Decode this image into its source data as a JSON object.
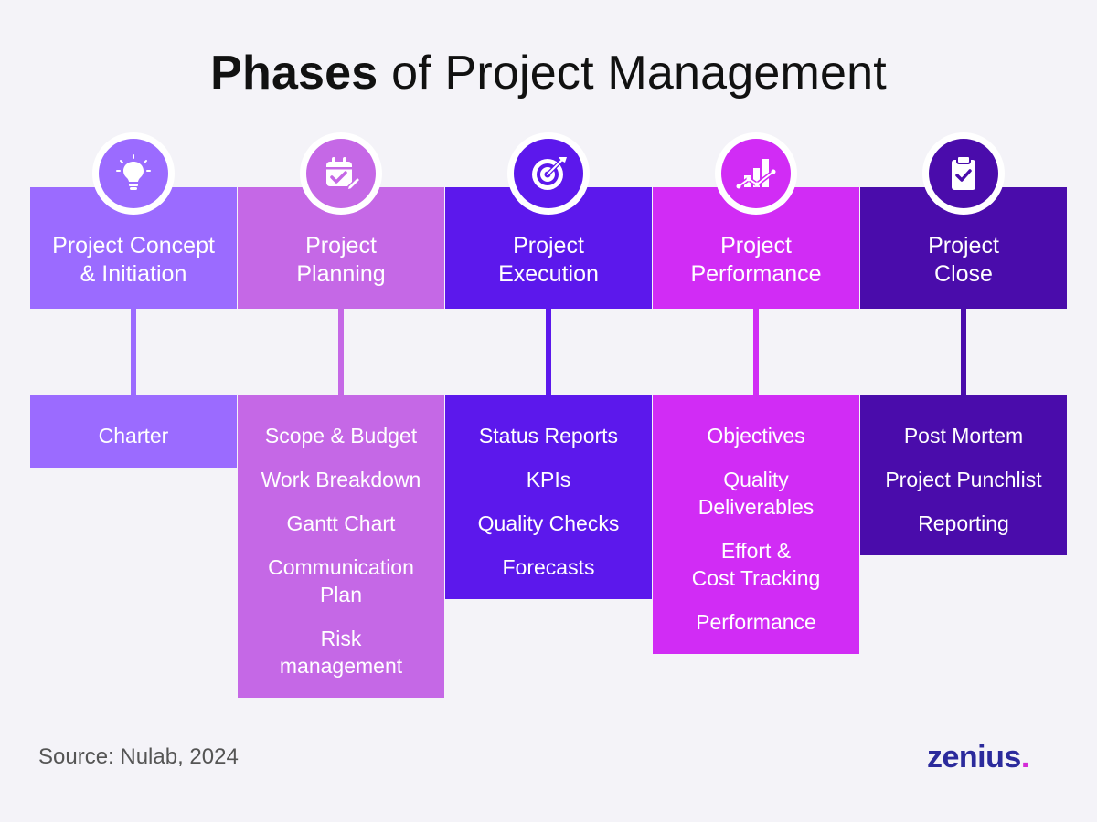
{
  "title": {
    "bold": "Phases",
    "rest": " of Project Management"
  },
  "phases": [
    {
      "title": "Project Concept\n& Initiation",
      "color": "#9b6bff",
      "icon": "lightbulb-icon",
      "items": [
        "Charter"
      ]
    },
    {
      "title": "Project\nPlanning",
      "color": "#c568e6",
      "icon": "calendar-check-icon",
      "items": [
        "Scope & Budget",
        "Work Breakdown",
        "Gantt Chart",
        "Communication\nPlan",
        "Risk\nmanagement"
      ]
    },
    {
      "title": "Project\nExecution",
      "color": "#5c18ec",
      "icon": "target-icon",
      "items": [
        "Status Reports",
        "KPIs",
        "Quality Checks",
        "Forecasts"
      ]
    },
    {
      "title": "Project\nPerformance",
      "color": "#d12cf5",
      "icon": "chart-icon",
      "items": [
        "Objectives",
        "Quality\nDeliverables",
        "Effort &\nCost Tracking",
        "Performance"
      ]
    },
    {
      "title": "Project\nClose",
      "color": "#4a0cab",
      "icon": "clipboard-check-icon",
      "items": [
        "Post Mortem",
        "Project Punchlist",
        "Reporting"
      ]
    }
  ],
  "source": "Source: Nulab, 2024",
  "logo": {
    "text": "zenius",
    "dot": "."
  }
}
